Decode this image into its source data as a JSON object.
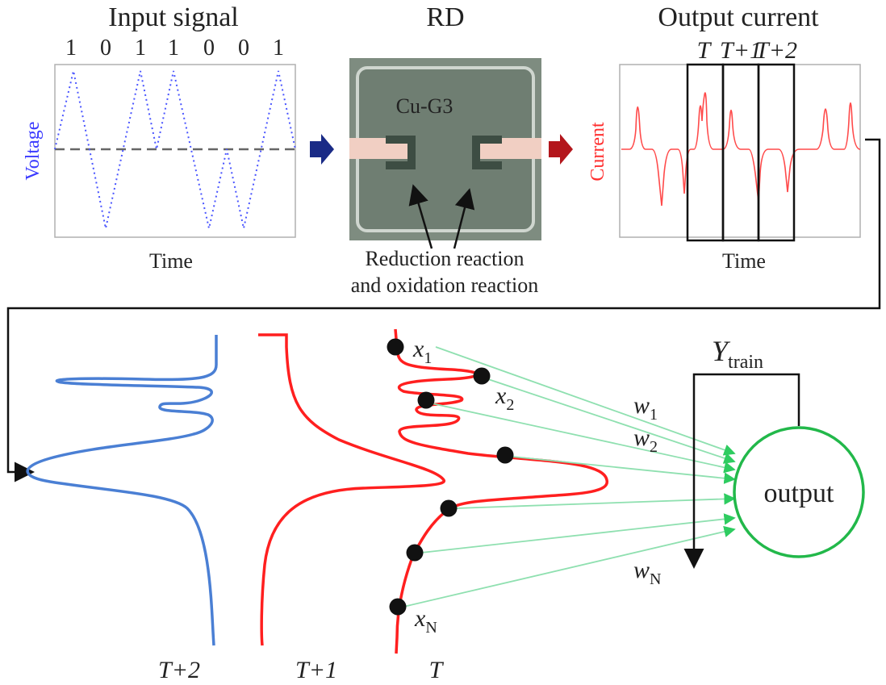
{
  "panels": {
    "input": {
      "title": "Input signal",
      "bits": [
        "1",
        "0",
        "1",
        "1",
        "0",
        "0",
        "1"
      ],
      "ylabel": "Voltage",
      "xlabel": "Time",
      "trace_color": "#4a55ff"
    },
    "rd": {
      "title": "RD",
      "chip_label": "Cu-G3",
      "caption_line1": "Reduction reaction",
      "caption_line2": "and oxidation reaction"
    },
    "output": {
      "title": "Output current",
      "window_labels": [
        "T",
        "T+1",
        "T+2"
      ],
      "ylabel": "Current",
      "xlabel": "Time",
      "trace_color": "#ff3b3b"
    }
  },
  "arrows": {
    "blue": "#1a2b86",
    "red": "#b3161c"
  },
  "network": {
    "curve_labels": [
      "T+2",
      "T+1",
      "T"
    ],
    "curve_colors": {
      "T+2": "#4a7fd4",
      "T+1": "#ff1f1f",
      "T": "#ff1f1f"
    },
    "inputs": {
      "first": "x",
      "first_sub": "1",
      "second": "x",
      "second_sub": "2",
      "last": "x",
      "last_sub": "N"
    },
    "weights": {
      "first": "w",
      "first_sub": "1",
      "second": "w",
      "second_sub": "2",
      "last": "w",
      "last_sub": "N"
    },
    "target": {
      "symbol": "Y",
      "sub": "train"
    },
    "output_label": "output",
    "output_color": "#22b84a",
    "connection_color": "#8fe0b0"
  }
}
